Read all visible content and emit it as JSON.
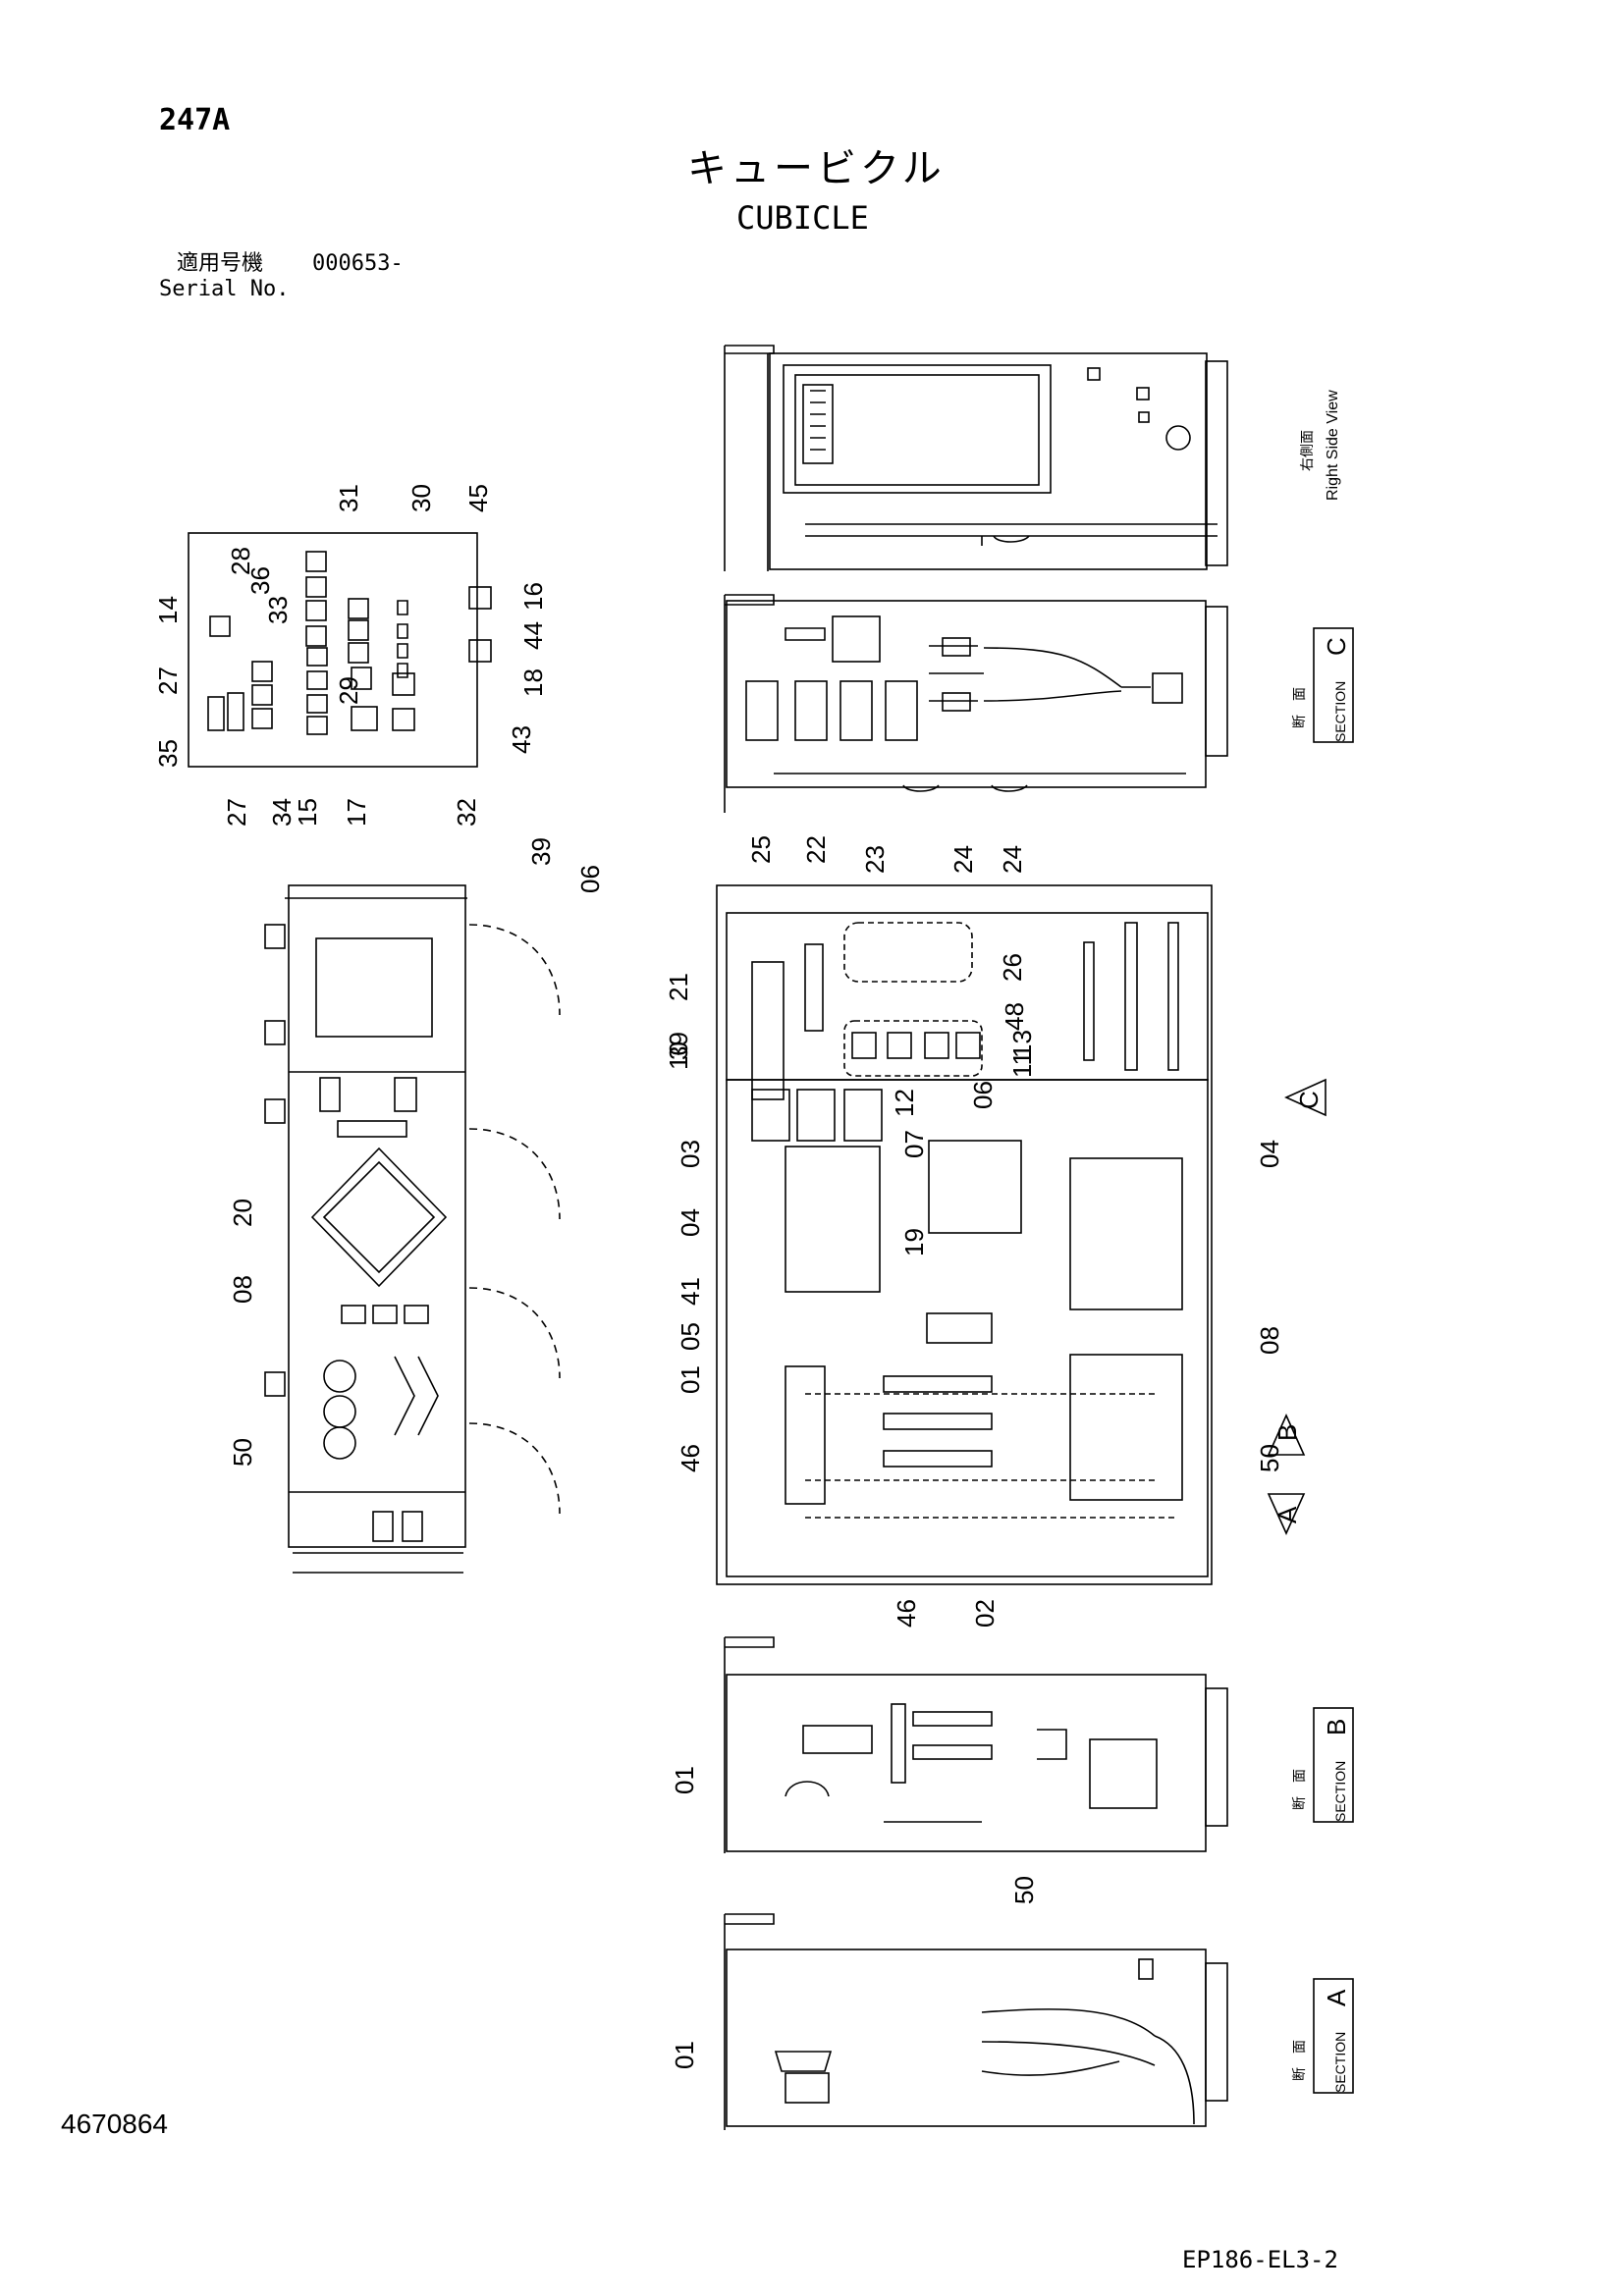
{
  "page_id": "247A",
  "title_jp": "キュービクル",
  "title_en": "CUBICLE",
  "serial": {
    "label_jp": "適用号機",
    "value": "000653-",
    "label_en": "Serial No."
  },
  "doc_number": "4670864",
  "drawing_code": "EP186-EL3-2",
  "views": {
    "right_side": {
      "jp": "右側面",
      "en": "Right Side View"
    },
    "section_c": {
      "jp": "断　面",
      "en": "SECTION",
      "letter": "C"
    },
    "section_b": {
      "jp": "断　面",
      "en": "SECTION",
      "letter": "B"
    },
    "section_a": {
      "jp": "断　面",
      "en": "SECTION",
      "letter": "A"
    }
  },
  "view_markers": {
    "c": "C",
    "b": "B",
    "a": "A"
  },
  "callouts": {
    "panel": [
      "31",
      "30",
      "45",
      "28",
      "36",
      "33",
      "14",
      "16",
      "44",
      "27",
      "29",
      "18",
      "43",
      "35",
      "27",
      "34",
      "15",
      "17",
      "32"
    ],
    "side": [
      "39",
      "06",
      "20",
      "08",
      "50"
    ],
    "front": [
      "25",
      "22",
      "23",
      "24",
      "24",
      "21",
      "39",
      "26",
      "48",
      "10",
      "11",
      "13",
      "12",
      "06",
      "04",
      "03",
      "07",
      "04",
      "19",
      "41",
      "05",
      "08",
      "01",
      "46",
      "50",
      "46",
      "02"
    ],
    "section_b": [
      "01",
      "50"
    ],
    "section_a": [
      "01"
    ]
  }
}
